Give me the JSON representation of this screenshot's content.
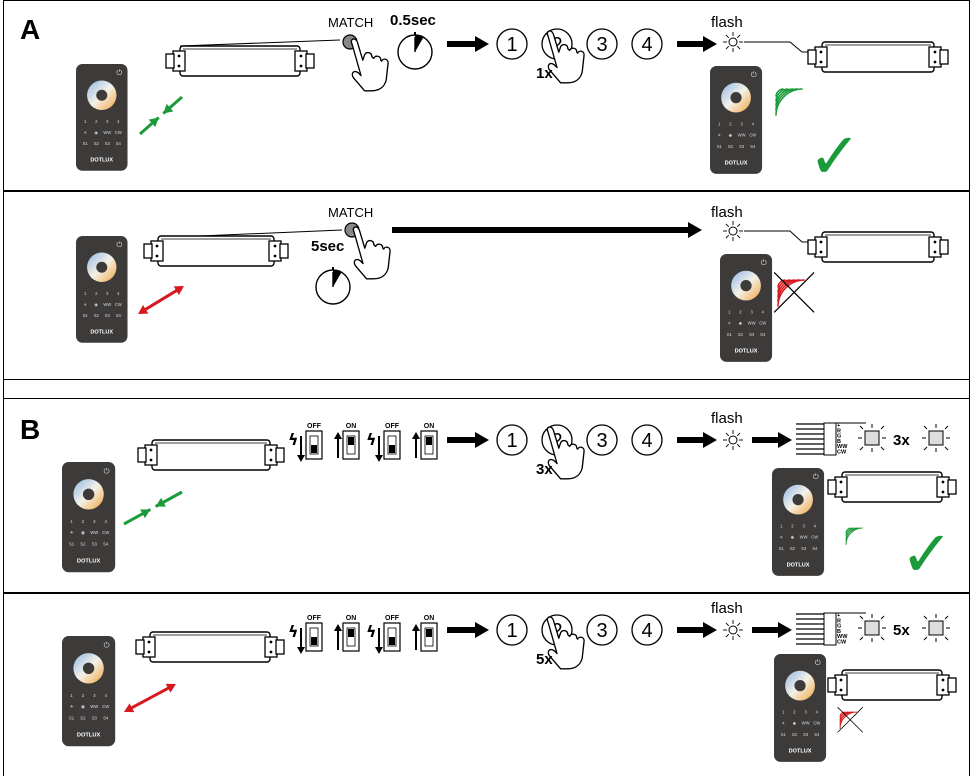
{
  "sections": [
    {
      "label": "A"
    },
    {
      "label": "B"
    }
  ],
  "labels": {
    "match": "MATCH",
    "time_short": "0.5sec",
    "time_long": "5sec",
    "flash": "flash",
    "off": "OFF",
    "on": "ON",
    "times_1": "1x",
    "times_3": "3x",
    "times_5": "5x",
    "check": "✓"
  },
  "channels": [
    "1",
    "2",
    "3",
    "4"
  ],
  "wire_labels": [
    "+",
    "R",
    "G",
    "B",
    "WW",
    "CW"
  ],
  "remote": {
    "brand": "DOTLUX",
    "power": "⏻",
    "keys_row1": [
      "1",
      "2",
      "3",
      "4"
    ],
    "keys_row2": [
      "☀",
      "◉",
      "WW",
      "CW"
    ],
    "keys_row3": [
      "S1",
      "S2",
      "S3",
      "S4"
    ]
  },
  "colors": {
    "ok_green": "#1a9a3a",
    "fail_red": "#d7191f",
    "remote_body": "#3d3b3a"
  }
}
